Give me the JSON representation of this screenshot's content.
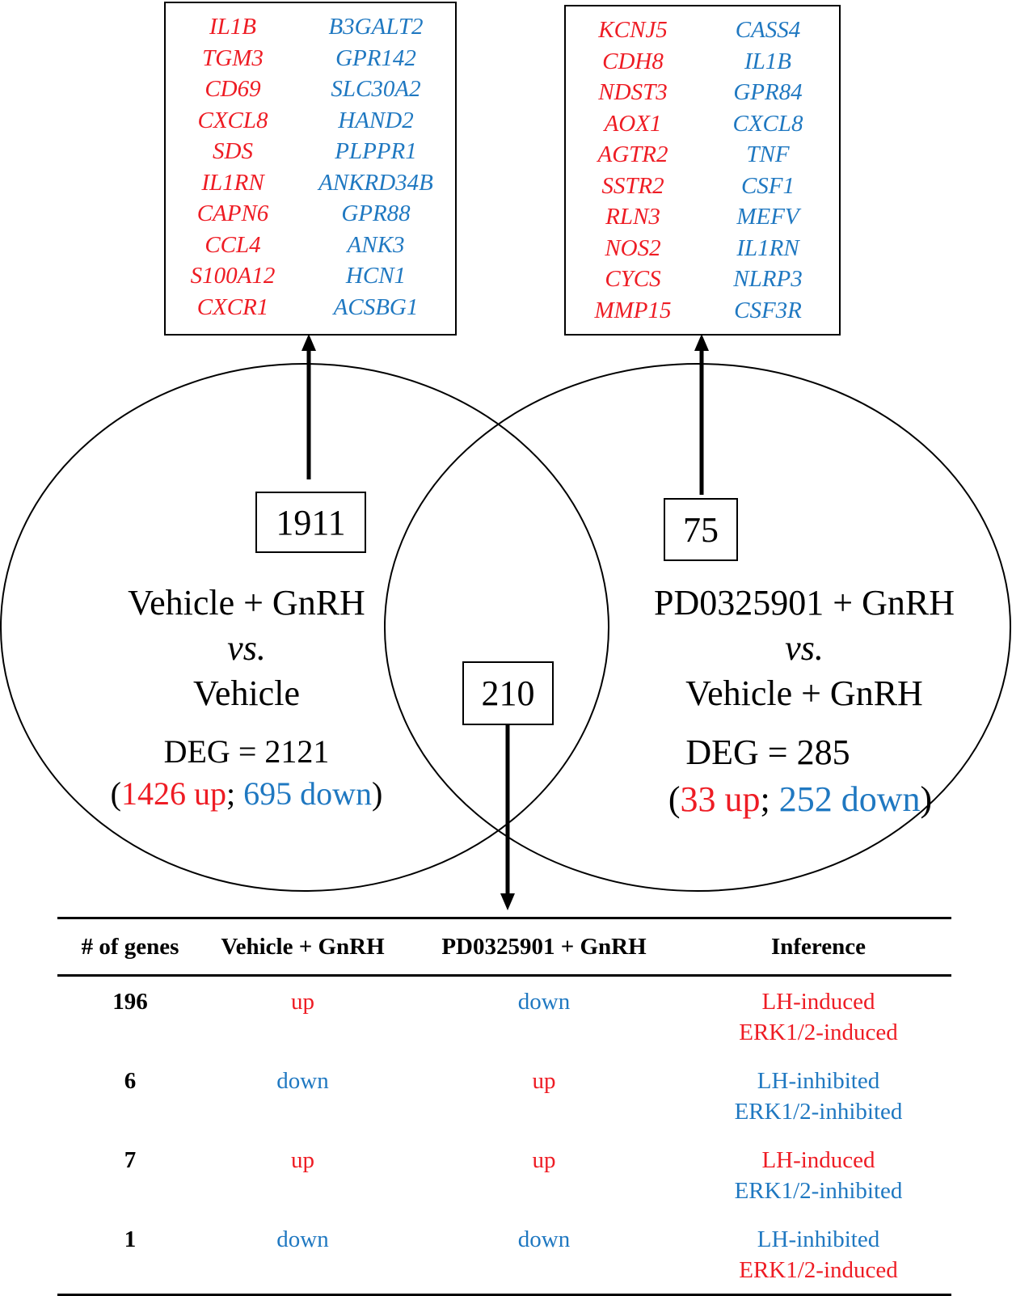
{
  "colors": {
    "up": "#ee1c24",
    "down": "#1f78c1",
    "line": "#000000"
  },
  "left_genes": {
    "up": [
      "IL1B",
      "TGM3",
      "CD69",
      "CXCL8",
      "SDS",
      "IL1RN",
      "CAPN6",
      "CCL4",
      "S100A12",
      "CXCR1"
    ],
    "down": [
      "B3GALT2",
      "GPR142",
      "SLC30A2",
      "HAND2",
      "PLPPR1",
      "ANKRD34B",
      "GPR88",
      "ANK3",
      "HCN1",
      "ACSBG1"
    ]
  },
  "right_genes": {
    "up": [
      "KCNJ5",
      "CDH8",
      "NDST3",
      "AOX1",
      "AGTR2",
      "SSTR2",
      "RLN3",
      "NOS2",
      "CYCS",
      "MMP15"
    ],
    "down": [
      "CASS4",
      "IL1B",
      "GPR84",
      "CXCL8",
      "TNF",
      "CSF1",
      "MEFV",
      "IL1RN",
      "NLRP3",
      "CSF3R"
    ]
  },
  "venn": {
    "left_only": "1911",
    "overlap": "210",
    "right_only": "75",
    "left": {
      "line1": "Vehicle + GnRH",
      "line2": "vs.",
      "line3": "Vehicle",
      "deg": "DEG = 2121",
      "up": "1426 up",
      "sep": ";",
      "down": "695 down"
    },
    "right": {
      "line1": "PD0325901 + GnRH",
      "line2": "vs.",
      "line3": "Vehicle + GnRH",
      "deg": "DEG = 285",
      "up": "33 up",
      "sep": ";",
      "down": "252 down"
    }
  },
  "table": {
    "headers": [
      "# of genes",
      "Vehicle + GnRH",
      "PD0325901 + GnRH",
      "Inference"
    ],
    "rows": [
      {
        "count": "196",
        "vehicle": "up",
        "pd": "down",
        "inf1": "LH-induced",
        "inf2": "ERK1/2-induced"
      },
      {
        "count": "6",
        "vehicle": "down",
        "pd": "up",
        "inf1": "LH-inhibited",
        "inf2": "ERK1/2-inhibited"
      },
      {
        "count": "7",
        "vehicle": "up",
        "pd": "up",
        "inf1": "LH-induced",
        "inf2": "ERK1/2-inhibited"
      },
      {
        "count": "1",
        "vehicle": "down",
        "pd": "down",
        "inf1": "LH-inhibited",
        "inf2": "ERK1/2-induced"
      }
    ]
  }
}
